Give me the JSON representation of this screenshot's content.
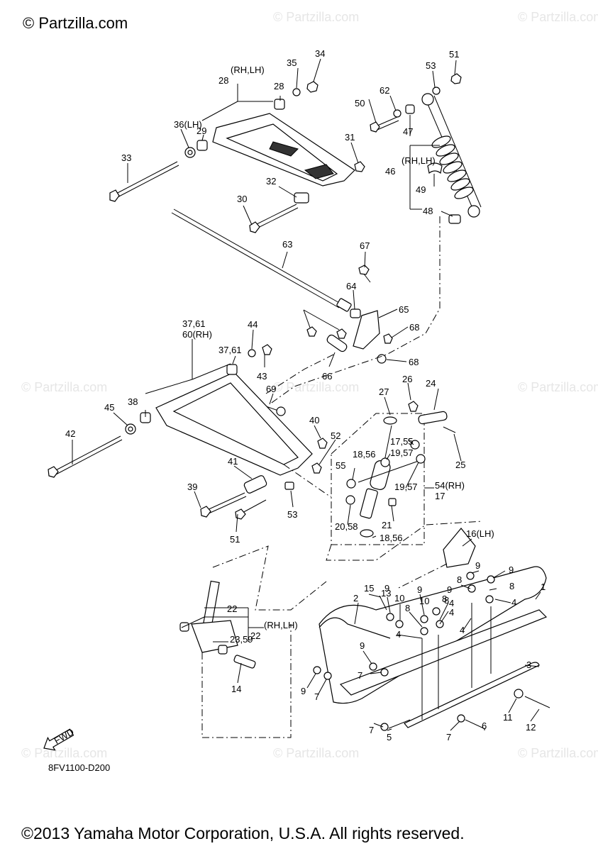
{
  "watermark_brand": "© Partzilla.com",
  "watermark_repeat": "© Partzilla.com",
  "diagram_code": "8FV1100-D200",
  "fwd_label": "FWD",
  "copyright": "©2013 Yamaha Motor Corporation, U.S.A. All rights reserved.",
  "callouts": [
    "1",
    "2",
    "3",
    "4",
    "4",
    "4",
    "4",
    "4",
    "5",
    "6",
    "7",
    "7",
    "7",
    "7",
    "8",
    "8",
    "8",
    "8",
    "8",
    "9",
    "9",
    "9",
    "9",
    "9",
    "9",
    "9",
    "10",
    "10",
    "11",
    "12",
    "13",
    "14",
    "15",
    "16(LH)",
    "54(RH)",
    "17",
    "17,55",
    "18,56",
    "18,56",
    "55",
    "19,57",
    "19,57",
    "20,58",
    "21",
    "(RH,LH)",
    "22",
    "22",
    "23,59",
    "24",
    "25",
    "26",
    "27",
    "(RH,LH)",
    "28",
    "28",
    "29",
    "30",
    "31",
    "32",
    "33",
    "34",
    "35",
    "36(LH)",
    "60(RH)",
    "37,61",
    "37,61",
    "38",
    "39",
    "40",
    "41",
    "42",
    "43",
    "44",
    "45",
    "(RH,LH)",
    "46",
    "47",
    "48",
    "49",
    "50",
    "51",
    "51",
    "52",
    "53",
    "53",
    "62",
    "63",
    "64",
    "65",
    "66",
    "67",
    "68",
    "68",
    "69"
  ]
}
